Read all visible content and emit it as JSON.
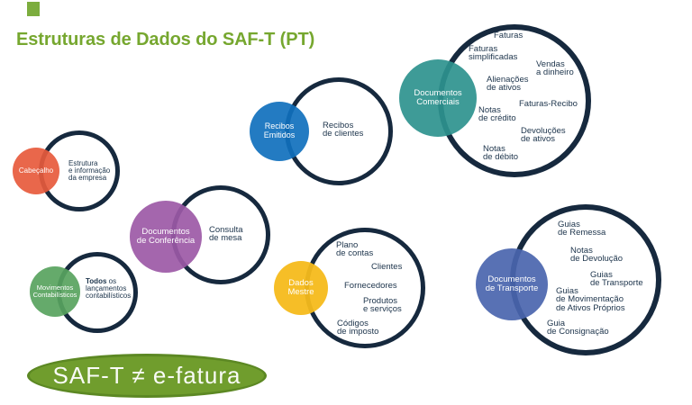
{
  "title": {
    "text": "Estruturas de Dados do SAF-T (PT)",
    "color": "#76A72F"
  },
  "colors": {
    "background": "#FFFFFF",
    "accent_bar": "#7CAD3E",
    "outline_ring": "#16293E",
    "item_text": "#20374E",
    "footer_badge": "#709D2D"
  },
  "groups": [
    {
      "id": "cabecalho",
      "label": "Cabeçalho",
      "circle_color": "#E75A3C",
      "items": [
        {
          "text": "Estrutura\ne informação\nda empresa"
        }
      ]
    },
    {
      "id": "documentos-de-conferencia",
      "label": "Documentos\nde Conferência",
      "circle_color": "#9C59A6",
      "items": [
        {
          "text": "Consulta\nde mesa"
        }
      ]
    },
    {
      "id": "movimentos-contabilisticos",
      "label": "Movimentos\nContabilísticos",
      "circle_color": "#58A35E",
      "items": [
        {
          "bold": "Todos",
          "text": " os\nlançamentos\ncontabilísticos"
        }
      ]
    },
    {
      "id": "recibos-emitidos",
      "label": "Recibos\nEmitidos",
      "circle_color": "#1070BD",
      "items": [
        {
          "text": "Recibos\nde clientes"
        }
      ]
    },
    {
      "id": "documentos-comerciais",
      "label": "Documentos\nComerciais",
      "circle_color": "#2E938E",
      "items": [
        {
          "text": "Faturas"
        },
        {
          "text": "Faturas\nsimplificadas"
        },
        {
          "text": "Vendas\na dinheiro"
        },
        {
          "text": "Alienações\nde ativos"
        },
        {
          "text": "Faturas-Recibo"
        },
        {
          "text": "Notas\nde crédito"
        },
        {
          "text": "Devoluções\nde ativos"
        },
        {
          "text": "Notas\nde débito"
        }
      ]
    },
    {
      "id": "dados-mestre",
      "label": "Dados\nMestre",
      "circle_color": "#F6BA1B",
      "items": [
        {
          "text": "Plano\nde contas"
        },
        {
          "text": "Clientes"
        },
        {
          "text": "Fornecedores"
        },
        {
          "text": "Produtos\ne serviços"
        },
        {
          "text": "Códigos\nde imposto"
        }
      ]
    },
    {
      "id": "documentos-de-transporte",
      "label": "Documentos\nde Transporte",
      "circle_color": "#4A65AE",
      "items": [
        {
          "text": "Guias\nde Remessa"
        },
        {
          "text": "Notas\nde Devolução"
        },
        {
          "text": "Guias\nde Transporte"
        },
        {
          "text": "Guias\nde Movimentação\nde Ativos Próprios"
        },
        {
          "text": "Guia\nde Consignação"
        }
      ]
    }
  ],
  "footer": {
    "text": "SAF-T ≠ e-fatura"
  }
}
